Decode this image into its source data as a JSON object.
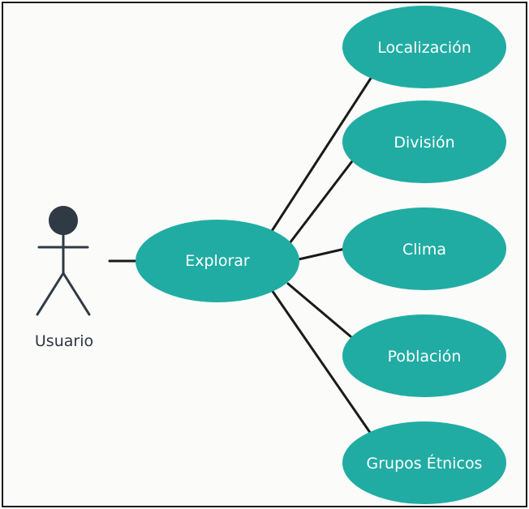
{
  "diagram": {
    "actor": {
      "label": "Usuario"
    },
    "main_use_case": {
      "label": "Explorar"
    },
    "sub_use_cases": [
      {
        "label": "Localización"
      },
      {
        "label": "División"
      },
      {
        "label": "Clima"
      },
      {
        "label": "Población"
      },
      {
        "label": "Grupos Étnicos"
      }
    ]
  },
  "colors": {
    "ellipse_fill": "#20aca3",
    "line": "#1a1a1a",
    "actor_head": "#2f3a45",
    "actor_body": "#2f3a45",
    "background": "#fbfbfa"
  }
}
